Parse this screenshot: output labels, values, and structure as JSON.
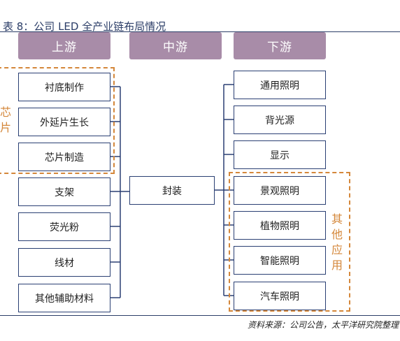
{
  "title": "表 8：公司 LED 全产业链布局情况",
  "stages": {
    "upstream": "上游",
    "midstream": "中游",
    "downstream": "下游"
  },
  "upstream_boxes": [
    "衬底制作",
    "外延片生长",
    "芯片制造",
    "支架",
    "荧光粉",
    "线材",
    "其他辅助材料"
  ],
  "upstream_group_label": [
    "芯",
    "片"
  ],
  "midstream_box": "封装",
  "downstream_boxes": [
    "通用照明",
    "背光源",
    "显示",
    "景观照明",
    "植物照明",
    "智能照明",
    "汽车照明"
  ],
  "downstream_group_label": [
    "其",
    "他",
    "应",
    "用"
  ],
  "source": "资料来源：公司公告，太平洋研究院整理",
  "colors": {
    "stage_fill": "#a88ca8",
    "box_border": "#2a3f73",
    "dash": "#d4873a",
    "title": "#2c3e68"
  }
}
